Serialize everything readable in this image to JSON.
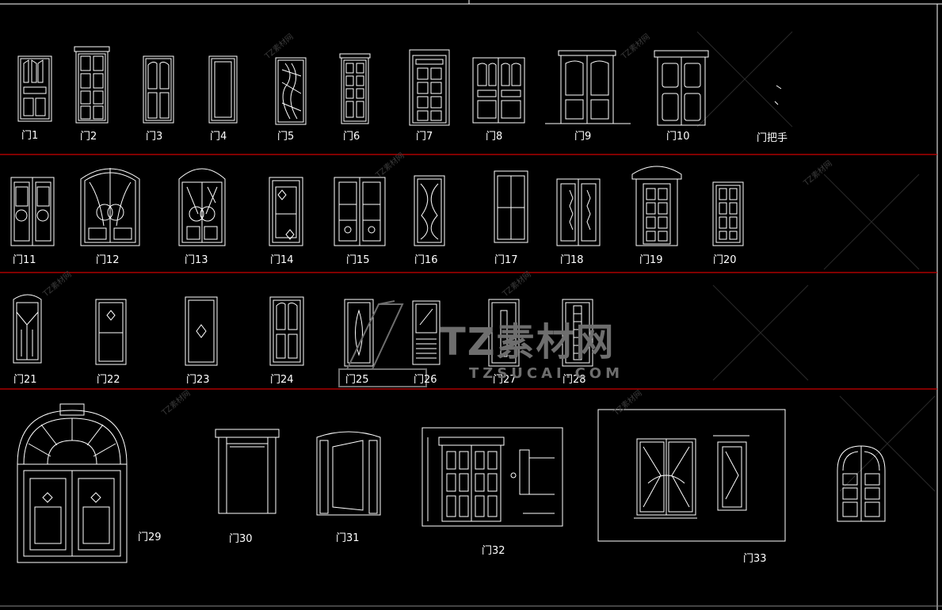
{
  "drawing": {
    "background": "#000000",
    "line_color": "#ffffff",
    "separator_color": "#cc0000",
    "labels": [
      "门1",
      "门2",
      "门3",
      "门4",
      "门5",
      "门6",
      "门7",
      "门8",
      "门9",
      "门10",
      "门把手",
      "门11",
      "门12",
      "门13",
      "门14",
      "门15",
      "门16",
      "门17",
      "门18",
      "门19",
      "门20",
      "门21",
      "门22",
      "门23",
      "门24",
      "门25",
      "门26",
      "门27",
      "门28",
      "门29",
      "门30",
      "门31",
      "门32",
      "门33"
    ]
  },
  "watermark": {
    "main": "TZ素材网",
    "sub": "TZSUCAI.COM",
    "small": "TZ素材网"
  }
}
